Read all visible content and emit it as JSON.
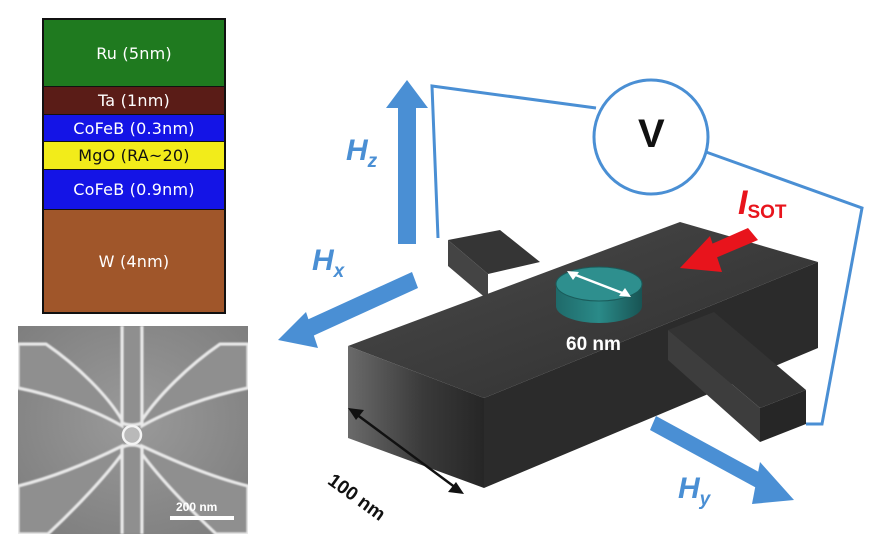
{
  "stack": {
    "layers": [
      {
        "label": "Ru (5nm)",
        "color": "#1f7a1f",
        "text_color": "#ffffff"
      },
      {
        "label": "Ta (1nm)",
        "color": "#5a1c17",
        "text_color": "#ffffff"
      },
      {
        "label": "CoFeB (0.3nm)",
        "color": "#1414e6",
        "text_color": "#ffffff"
      },
      {
        "label": "MgO (RA~20)",
        "color": "#f2ec1a",
        "text_color": "#111111"
      },
      {
        "label": "CoFeB (0.9nm)",
        "color": "#1414e6",
        "text_color": "#ffffff"
      },
      {
        "label": "W (4nm)",
        "color": "#a0562a",
        "text_color": "#ffffff"
      }
    ]
  },
  "sem": {
    "scale_bar_label": "200 nm"
  },
  "device": {
    "voltmeter": "V",
    "current": {
      "symbol": "I",
      "subscript": "SOT",
      "color": "#e8141c"
    },
    "hz": {
      "symbol": "H",
      "subscript": "z"
    },
    "hx": {
      "symbol": "H",
      "subscript": "x"
    },
    "hy": {
      "symbol": "H",
      "subscript": "y"
    },
    "pillar_label": "60 nm",
    "width_label": "100 nm",
    "arrow_color": "#4a8fd4"
  }
}
